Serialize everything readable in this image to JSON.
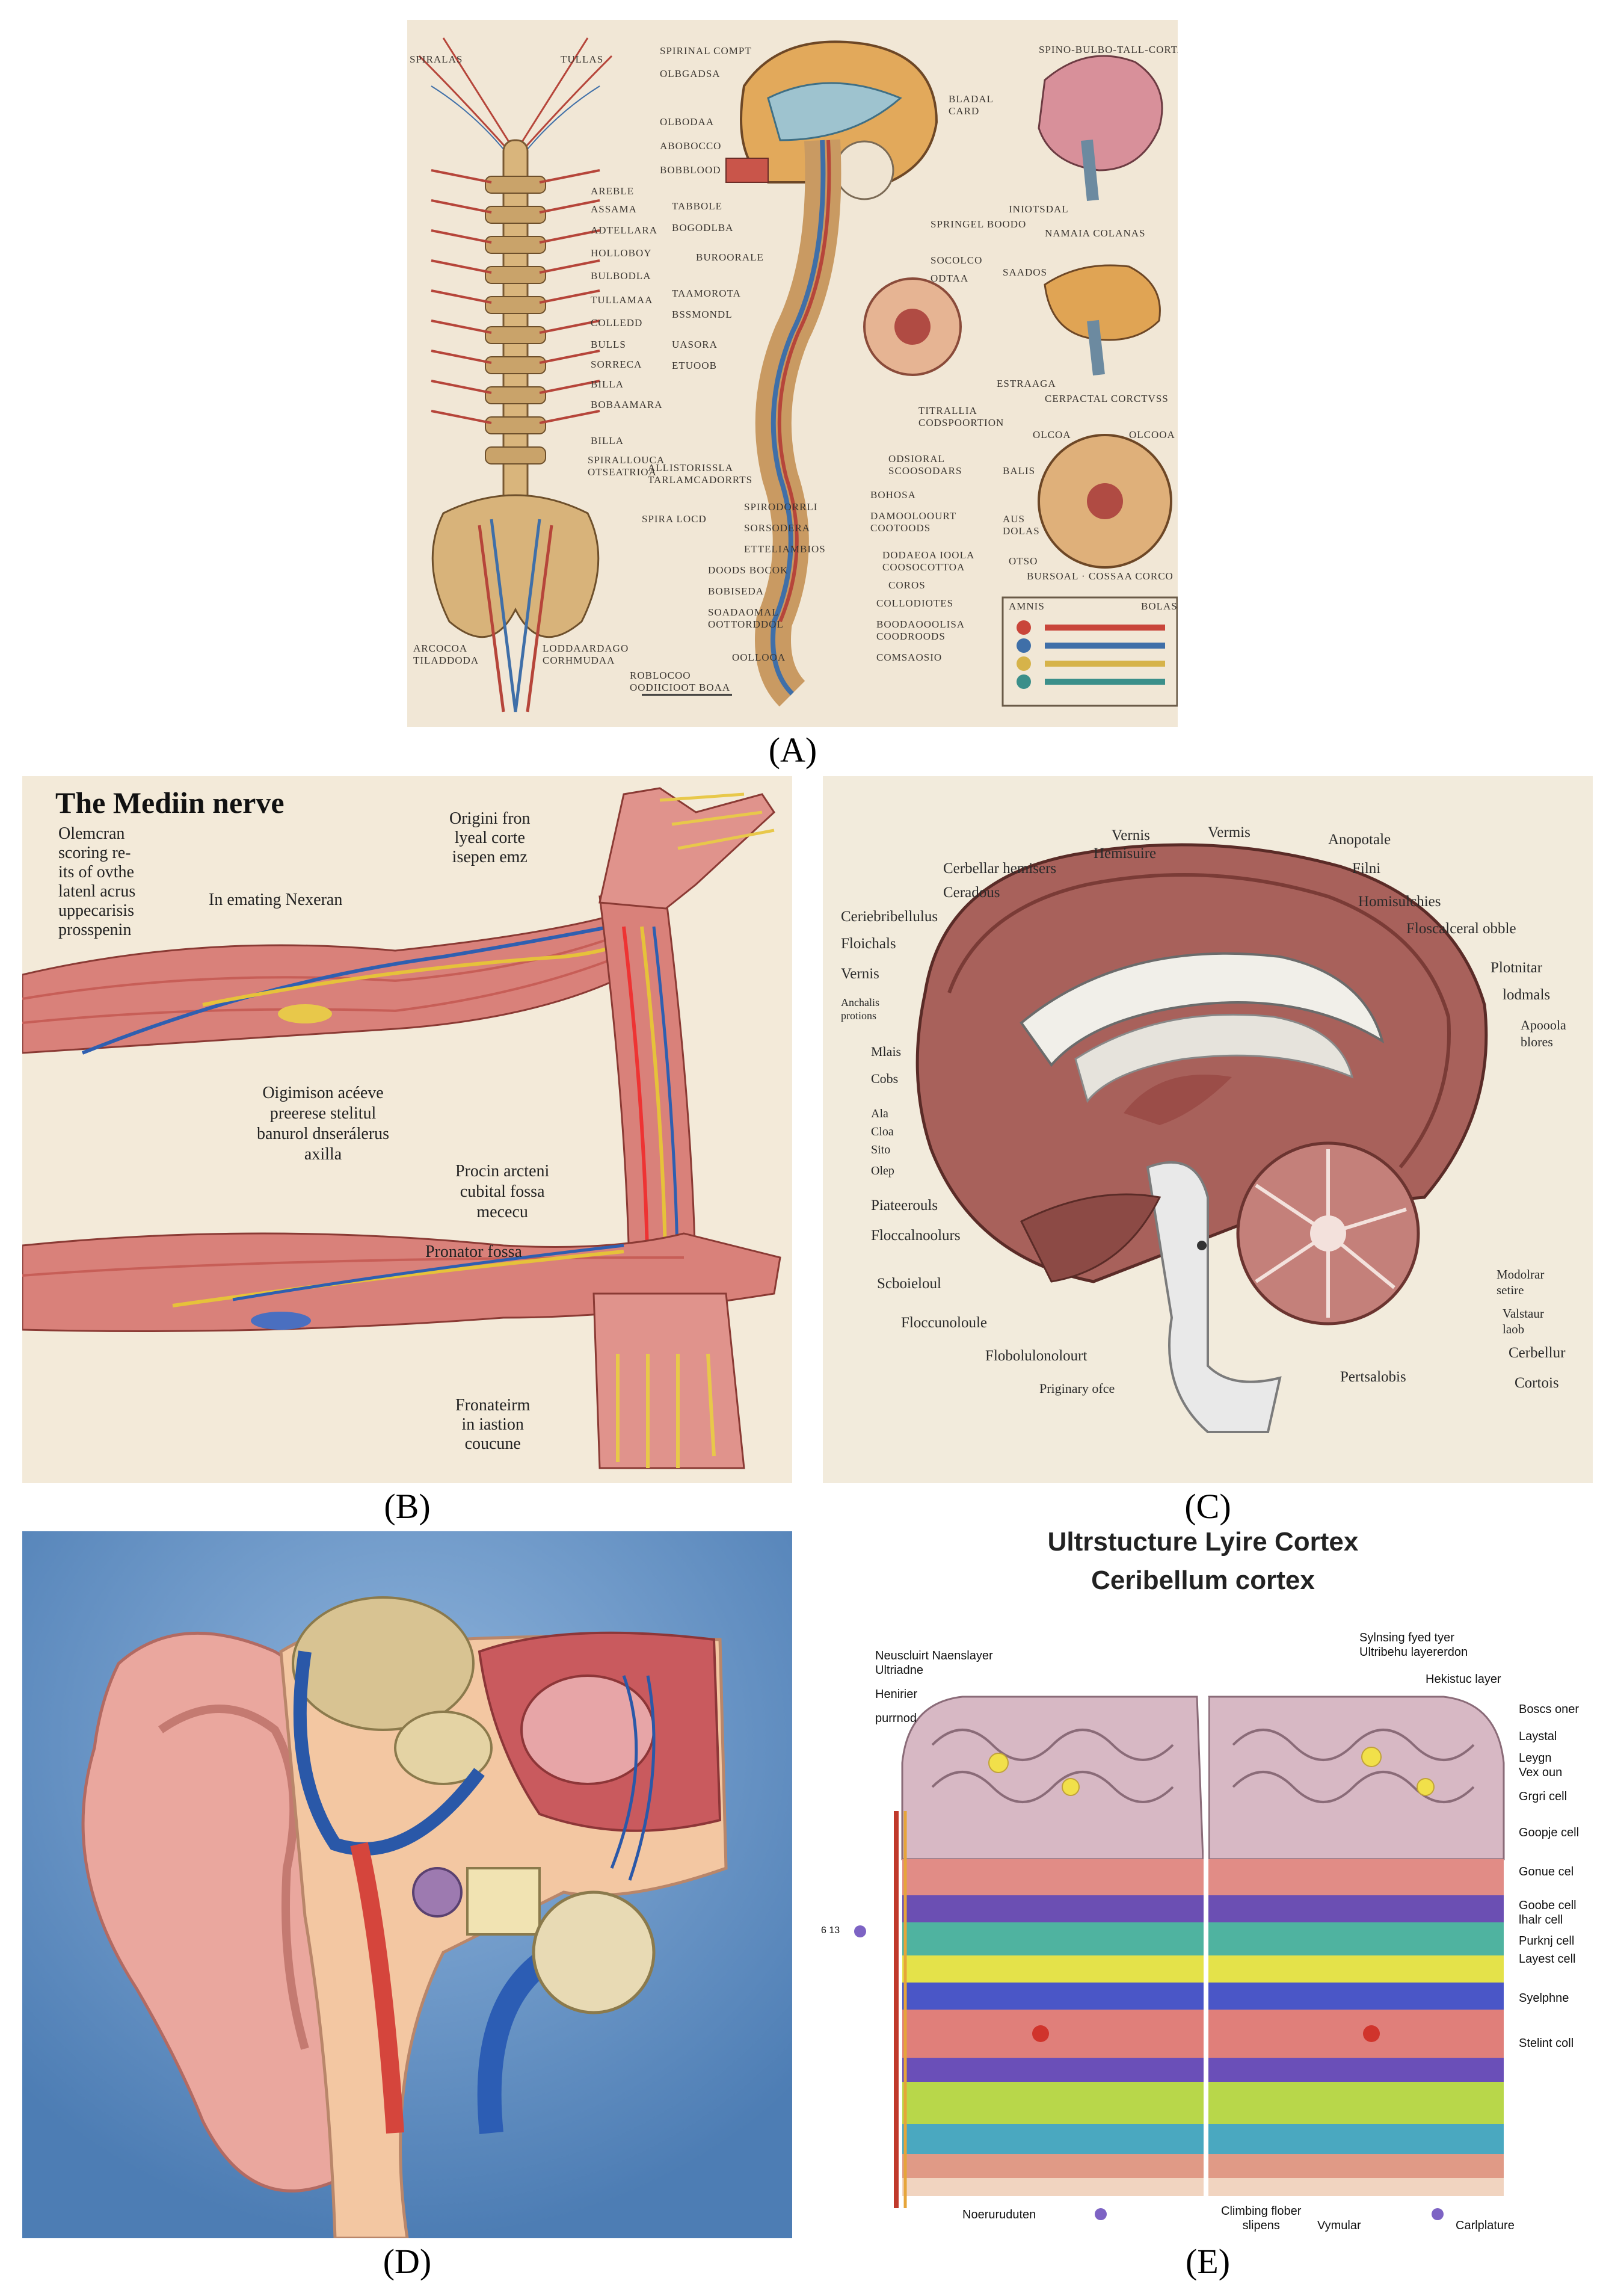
{
  "panels": {
    "a": {
      "caption": "(A)",
      "bg": "#f1e7d6"
    },
    "b": {
      "caption": "(B)",
      "bg": "#f3ead9"
    },
    "c": {
      "caption": "(C)",
      "bg": "#f2ebdc"
    },
    "d": {
      "caption": "(D)",
      "bg": "#5f8fc4"
    },
    "e": {
      "caption": "(E)",
      "bg": "#ffffff"
    }
  },
  "panel_b": {
    "title": "The Mediin nerve",
    "labels": {
      "top_left": "Olemcran\nscoring re-\nits of ovthe\nlatenl acrus\nuppecarisis\nprosspenin",
      "innervating": "In emating Nexeran",
      "origin_top": "Origini fron\nlyeal corte\nisepen emz",
      "origin_mid": "Oigimison acéeve\npreerese stelitul\nbanurol dnserálerus\naxilla",
      "cubital": "Procin arcteni\ncubital fossa\nmececu",
      "pronator": "Pronator fossa",
      "forearm": "Fronateirm\nin iastion\ncoucune"
    }
  },
  "panel_c": {
    "labels": {
      "vermis1": "Vernis",
      "vermis2": "Vermis",
      "anopotale": "Anopotale",
      "hemisuire": "Hemisuire",
      "filni": "Filni",
      "cerebellar_hem": "Cerbellar hemisers",
      "homisulchies": "Homisulchies",
      "ceradous": "Ceradous",
      "floscalceral": "Floscalceral obble",
      "ceriebribellulus": "Ceriebribellulus",
      "plotnitar": "Plotnitar",
      "floichals": "Floichals",
      "lodmals": "lodmals",
      "vermis3": "Vernis",
      "apooola": "Apooola\nblores",
      "anchalis": "Anchalis\nprotions",
      "mlais": "Mlais",
      "cobs": "Cobs",
      "ala": "Ala",
      "cloa": "Cloa",
      "sito": "Sito",
      "olep": "Olep",
      "piateerouls": "Piateerouls",
      "floccalnoolurs": "Floccalnoolurs",
      "modolrar": "Modolrar\nsetire",
      "scboieloul": "Scboieloul",
      "valstaur": "Valstaur\nlaob",
      "floccunoloule": "Floccunoloule",
      "cerbellur": "Cerbellur",
      "flobolulonoloust": "Flobolulonolourt",
      "pertsalobis": "Pertsalobis",
      "cortois": "Cortois",
      "primary": "Priginary ofce"
    }
  },
  "panel_e": {
    "title_line1": "Ultrstucture Lyire Cortex",
    "title_line2": "Ceribellum cortex",
    "labels": {
      "left1": "Neuscluirt Naenslayer\nUltriadne",
      "left2": "Henirier",
      "left3": "purrnod",
      "top_right": "Sylnsing fyed tyer\nUltribehu layererdon",
      "hekistuc": "Hekistuc layer",
      "boscs": "Boscs oner",
      "laystal": "Laystal",
      "leygn": "Leygn\nVex oun",
      "grgri": "Grgri cell",
      "goopje": "Goopje cell",
      "gonue": "Gonue cel",
      "goobe": "Goobe cell\nlhalr cell",
      "purknj": "Purknj cell",
      "layest": "Layest cell",
      "syelphne": "Syelphne",
      "stelint": "Stelint coll",
      "side_num": "6 13",
      "bottom1": "Noeruruduten",
      "bottom2": "Climbing flober\nslipens",
      "bottom3": "Vymular",
      "bottom4": "Carlplature"
    }
  },
  "panel_a": {
    "labels": {
      "a1": "SPIRALAS",
      "a2": "TULLAS",
      "a3": "AREBLE",
      "a4": "ASSAMA",
      "a5": "ADTELLARA",
      "a6": "HOLLOBOY",
      "a7": "BULBODLA",
      "a8": "TULLAMAA",
      "a9": "COLLEDD",
      "a10": "BULLS",
      "a11": "SORRECA",
      "a12": "BILLA",
      "a13": "BOBAAMARA",
      "a14": "BILLA",
      "a15": "SPIRALLOUCA\nOTSEATRIOA",
      "a16": "SPIRA LOCD",
      "a17": "ARCOCOA\nTILADDODA",
      "a18": "LODDAARDAGO\nCORHMUDAA",
      "m1": "SPIRINAL COMPT",
      "m2": "OLBGADSA",
      "m3": "BLADAL\nCARD",
      "m4": "OLBODAA",
      "m5": "ABOBOCCO",
      "m6": "BOBBLOOD",
      "m7": "TABBOLE",
      "m8": "BOGODLBA",
      "m9": "BUROORALE",
      "m10": "TAAMOROTA",
      "m11": "BSSMONDL",
      "m12": "UASORA",
      "m13": "ETUOOB",
      "m14": "ALLISTORISSLA\nTARLAMCADORRTS",
      "m15": "SPIRODORRLI",
      "m16": "SORSODERA",
      "m17": "ETTELIAMBIOS",
      "m18": "DOODS BOCOK",
      "m19": "BOBISEDA",
      "m20": "SOADAOMAL\nOOTTORDDOL",
      "m21": "OOLLOOA",
      "m22": "ROBLOCOO\nOODIICIOOT BOAA",
      "r1": "SPRINGEL BOODO",
      "r2": "SOCOLCO",
      "r3": "ODTAA",
      "r4": "TITRALLIA\nCODSPOORTION",
      "r5": "ODSIORAL\nSCOOSODARS",
      "r6": "BOHOSA",
      "r7": "DAMOOLOOURT\nCOOTOODS",
      "r8": "DODAEOA IOOLA\nCOOSOCOTTOA",
      "r9": "COROS",
      "r10": "COLLODIOTES",
      "r11": "BOODAOOOLISA\nCOODROODS",
      "r12": "COMSAOSIO",
      "t1": "SPINO-BULBO-TALL-CORTAC",
      "t2": "INIOTSDAL",
      "t3": "NAMAIA COLANAS",
      "t4": "SAADOS",
      "t5": "ESTRAAGA",
      "t6": "CERPACTAL CORCTVSS",
      "t7": "OLCOA",
      "t8": "OLCOOA",
      "t9": "BALIS",
      "t10": "AUS\nDOLAS",
      "t11": "OTSO",
      "t12": "BURSOAL · COSSAA CORCO",
      "leg1": "AMNIS",
      "leg2": "BOLAS"
    }
  }
}
